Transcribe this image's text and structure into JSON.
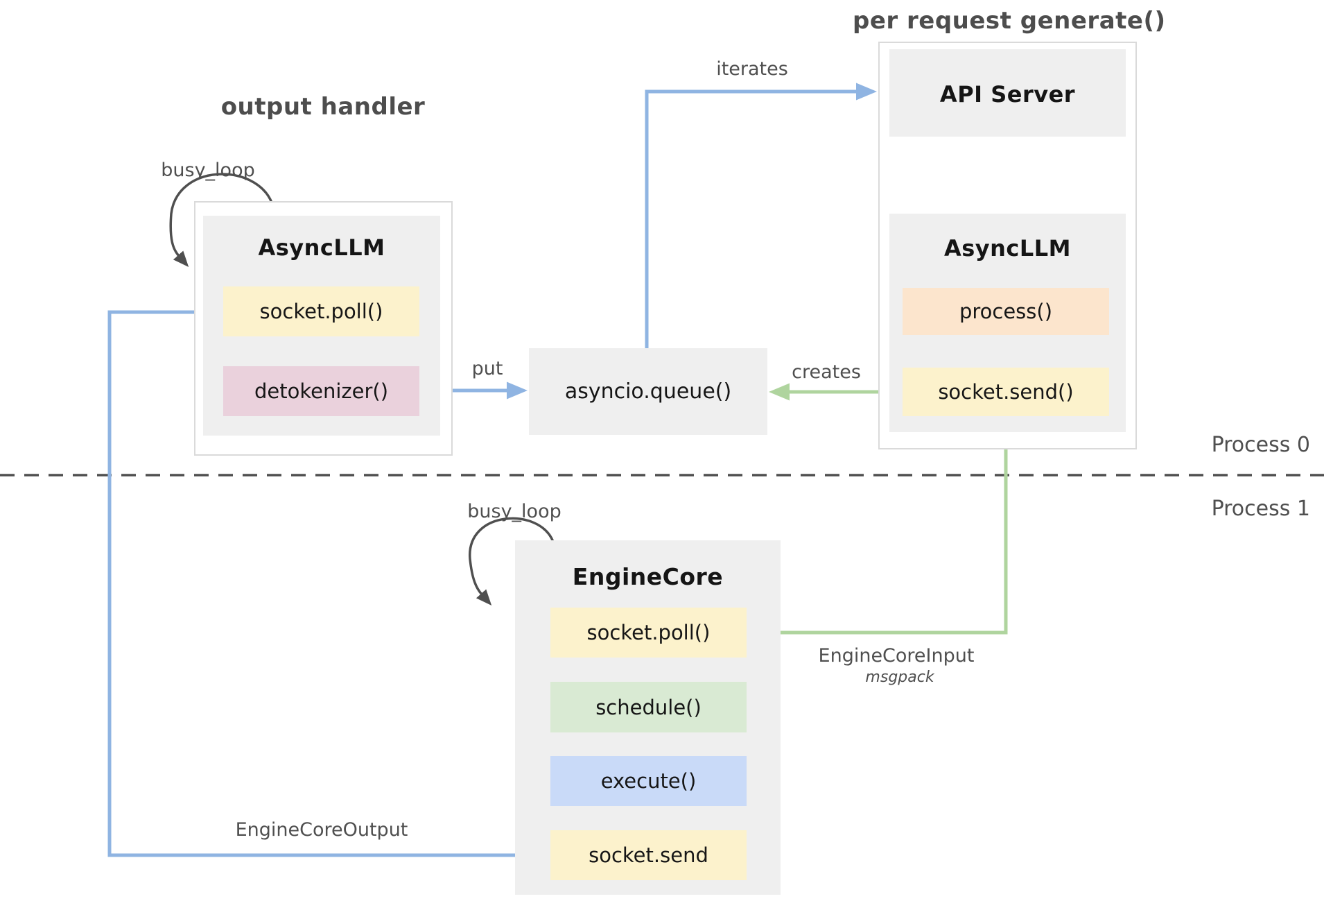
{
  "titles": {
    "output_handler": "output handler",
    "per_request_generate": "per request generate()"
  },
  "nodes": {
    "async_llm_left": {
      "title": "AsyncLLM",
      "method1": "socket.poll()",
      "method2": "detokenizer()"
    },
    "api_server": {
      "title": "API Server"
    },
    "async_llm_right": {
      "title": "AsyncLLM",
      "method1": "process()",
      "method2": "socket.send()"
    },
    "queue": {
      "label": "asyncio.queue()"
    },
    "engine_core": {
      "title": "EngineCore",
      "method1": "socket.poll()",
      "method2": "schedule()",
      "method3": "execute()",
      "method4": "socket.send"
    }
  },
  "edge_labels": {
    "busy_loop_left": "busy_loop",
    "busy_loop_bottom": "busy_loop",
    "iterates": "iterates",
    "put": "put",
    "creates": "creates",
    "engine_core_input": "EngineCoreInput",
    "msgpack": "msgpack",
    "engine_core_output": "EngineCoreOutput"
  },
  "process_labels": {
    "process0": "Process 0",
    "process1": "Process 1"
  },
  "colors": {
    "blue_arrow": "#8fb4e2",
    "green_arrow": "#afd49e",
    "yellow_fill": "#fcf2cc",
    "pink_fill": "#ead1dc",
    "peach_fill": "#fce5cd",
    "green_fill": "#d9ead3",
    "blue_fill": "#c9daf8",
    "gray_fill": "#efefef",
    "frame_border": "#dadada",
    "label_gray": "#4f4f4f"
  }
}
